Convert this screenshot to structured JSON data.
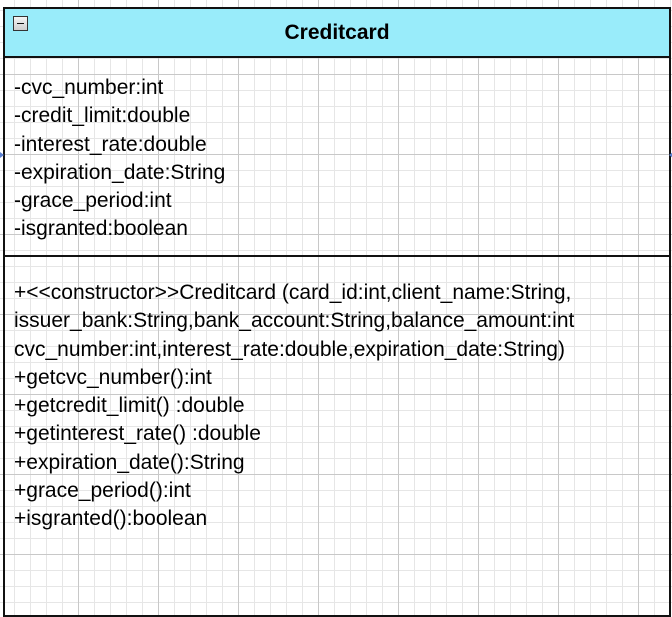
{
  "uml_class": {
    "name": "Creditcard",
    "collapse_icon": "minus-box-icon",
    "header_color": "#99ecfa",
    "border_color": "#111111",
    "attributes": [
      "-cvc_number:int",
      "-credit_limit:double",
      "-interest_rate:double",
      "-expiration_date:String",
      "-grace_period:int",
      "-isgranted:boolean"
    ],
    "methods": [
      "+<<constructor>>Creditcard (card_id:int,client_name:String,",
      "issuer_bank:String,bank_account:String,balance_amount:int",
      "cvc_number:int,interest_rate:double,expiration_date:String)",
      "+getcvc_number():int",
      "+getcredit_limit() :double",
      "+getinterest_rate() :double",
      "+expiration_date():String",
      "+grace_period():int",
      "+isgranted():boolean"
    ]
  },
  "canvas": {
    "background": "#ffffff",
    "grid_minor_color": "#e6e6e6",
    "grid_major_color": "#c8c8c8"
  }
}
